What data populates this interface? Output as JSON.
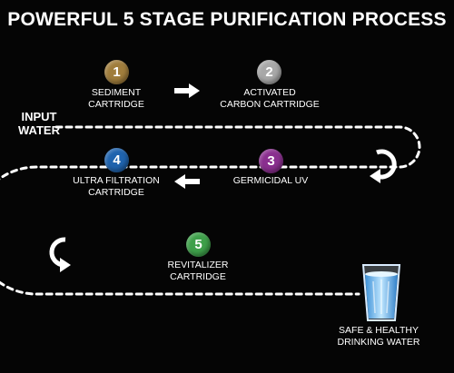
{
  "title": "POWERFUL 5 STAGE PURIFICATION PROCESS",
  "input_label": [
    "INPUT",
    "WATER"
  ],
  "stages": [
    {
      "number": "1",
      "label": [
        "SEDIMENT",
        "CARTRIDGE"
      ],
      "color": "#a07d3c"
    },
    {
      "number": "2",
      "label": [
        "ACTIVATED",
        "CARBON CARTRIDGE"
      ],
      "color": "#a8a8a8"
    },
    {
      "number": "3",
      "label": [
        "GERMICIDAL UV"
      ],
      "color": "#8a2f8f"
    },
    {
      "number": "4",
      "label": [
        "ULTRA FILTRATION",
        "CARTRIDGE"
      ],
      "color": "#1f63ae"
    },
    {
      "number": "5",
      "label": [
        "REVITALIZER",
        "CARTRIDGE"
      ],
      "color": "#3ea04a"
    }
  ],
  "output_label": [
    "SAFE & HEALTHY",
    "DRINKING WATER"
  ],
  "icons": {
    "glass": "water-glass-icon",
    "arrow": "arrow-icon",
    "curve": "curved-arrow-icon"
  }
}
